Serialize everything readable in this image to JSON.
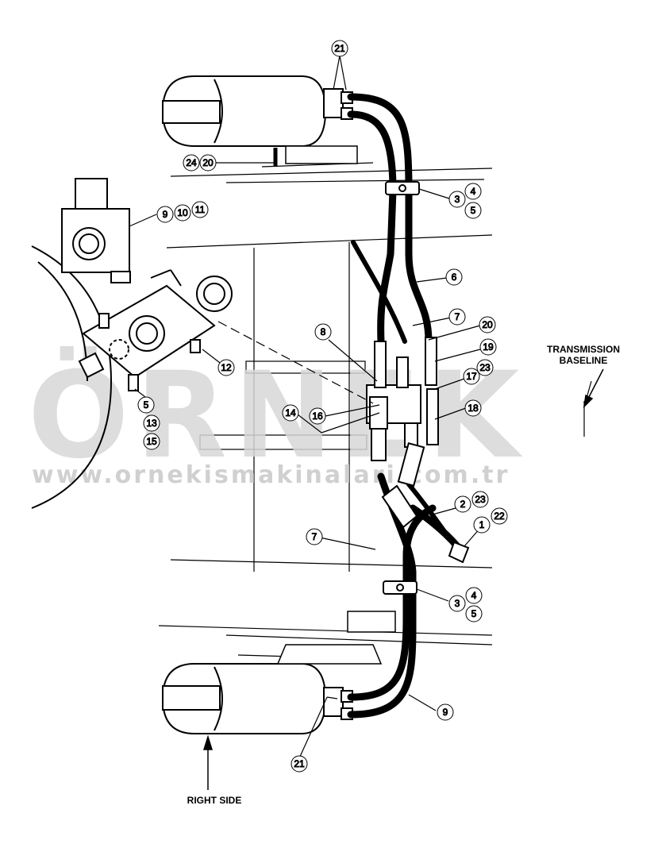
{
  "labels": {
    "transmission_line1": "TRANSMISSION",
    "transmission_line2": "BASELINE",
    "right_side": "RIGHT SIDE"
  },
  "watermark": {
    "brand": "ÖRNEK",
    "url": "www.ornekismakinalari.com.tr"
  },
  "callouts": [
    {
      "id": "c21a",
      "text": "21"
    },
    {
      "id": "c24",
      "text": "24"
    },
    {
      "id": "c20a",
      "text": "20"
    },
    {
      "id": "c3a",
      "text": "3"
    },
    {
      "id": "c4a",
      "text": "4"
    },
    {
      "id": "c5a",
      "text": "5"
    },
    {
      "id": "c9",
      "text": "9"
    },
    {
      "id": "c10",
      "text": "10"
    },
    {
      "id": "c11",
      "text": "11"
    },
    {
      "id": "c6",
      "text": "6"
    },
    {
      "id": "c7a",
      "text": "7"
    },
    {
      "id": "c20b",
      "text": "20"
    },
    {
      "id": "c8",
      "text": "8"
    },
    {
      "id": "c19",
      "text": "19"
    },
    {
      "id": "c12",
      "text": "12"
    },
    {
      "id": "c17",
      "text": "17"
    },
    {
      "id": "c23a",
      "text": "23"
    },
    {
      "id": "c18",
      "text": "18"
    },
    {
      "id": "c14",
      "text": "14"
    },
    {
      "id": "c16",
      "text": "16"
    },
    {
      "id": "c5b",
      "text": "5"
    },
    {
      "id": "c13",
      "text": "13"
    },
    {
      "id": "c15",
      "text": "15"
    },
    {
      "id": "c2",
      "text": "2"
    },
    {
      "id": "c23b",
      "text": "23"
    },
    {
      "id": "c1",
      "text": "1"
    },
    {
      "id": "c22",
      "text": "22"
    },
    {
      "id": "c7b",
      "text": "7"
    },
    {
      "id": "c3b",
      "text": "3"
    },
    {
      "id": "c4b",
      "text": "4"
    },
    {
      "id": "c5c",
      "text": "5"
    },
    {
      "id": "c9b",
      "text": "9"
    },
    {
      "id": "c21b",
      "text": "21"
    }
  ]
}
